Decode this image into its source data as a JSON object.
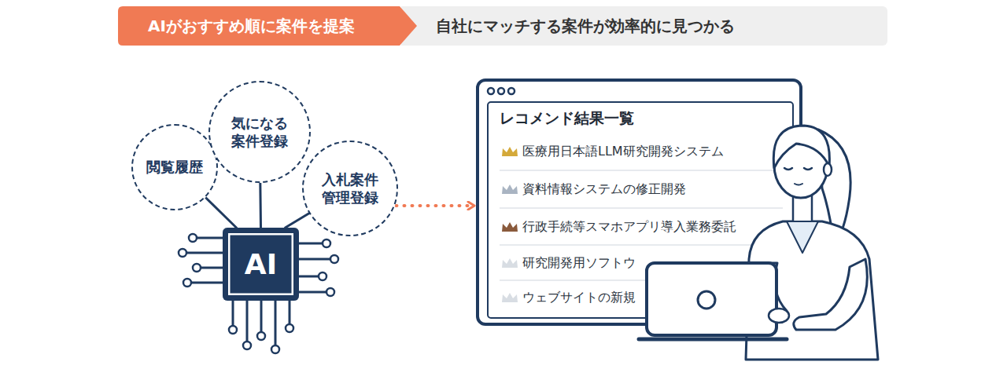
{
  "diagram": {
    "nodes": [
      {
        "text": [
          "AIがおすすめ順に案件を提案"
        ]
      },
      {
        "text": [
          "自社にマッチする案件が効率的に見つかる"
        ]
      },
      {
        "text": [
          "閲覧履歴"
        ]
      },
      {
        "text": [
          "気になる 案件登録"
        ]
      },
      {
        "text": [
          "入札案件 管理登録"
        ]
      },
      {
        "text": [
          "AI"
        ]
      },
      {
        "text": [
          "レコメンド結果一覧"
        ]
      }
    ],
    "edges": [
      {
        "from": 2,
        "to": 5,
        "arrow": "none"
      },
      {
        "from": 3,
        "to": 5,
        "arrow": "none"
      },
      {
        "from": 4,
        "to": 5,
        "arrow": "none"
      },
      {
        "from": 4,
        "to": 6,
        "arrow": "to"
      }
    ],
    "labels": [
      "医療用日本語LLM研究開発システム",
      "資料情報システムの修正開発",
      "行政手続等スマホアプリ導入業務委託",
      "研究開発用ソフトウ",
      "ウェブサイトの新規"
    ]
  }
}
